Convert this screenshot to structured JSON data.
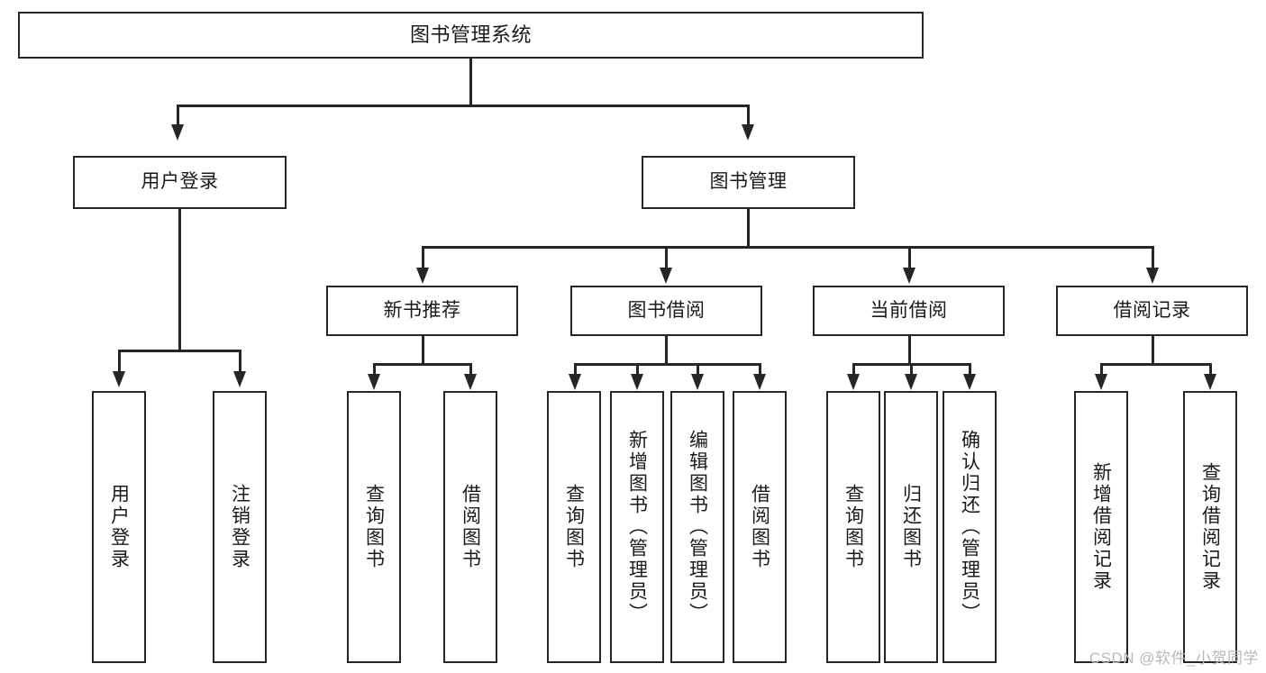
{
  "diagram": {
    "title": "图书管理系统",
    "watermark": "CSDN @软件_小贺同学",
    "level1": [
      {
        "label": "用户登录"
      },
      {
        "label": "图书管理"
      }
    ],
    "level2": [
      {
        "label": "新书推荐"
      },
      {
        "label": "图书借阅"
      },
      {
        "label": "当前借阅"
      },
      {
        "label": "借阅记录"
      }
    ],
    "leaves": {
      "user_login": [
        {
          "label": "用户登录"
        },
        {
          "label": "注销登录"
        }
      ],
      "new_book_recommend": [
        {
          "label": "查询图书"
        },
        {
          "label": "借阅图书"
        }
      ],
      "book_borrow": [
        {
          "label": "查询图书"
        },
        {
          "label": "新增图书（管理员）"
        },
        {
          "label": "编辑图书（管理员）"
        },
        {
          "label": "借阅图书"
        }
      ],
      "current_borrow": [
        {
          "label": "查询图书"
        },
        {
          "label": "归还图书"
        },
        {
          "label": "确认归还（管理员）"
        }
      ],
      "borrow_record": [
        {
          "label": "新增借阅记录"
        },
        {
          "label": "查询借阅记录"
        }
      ]
    }
  }
}
